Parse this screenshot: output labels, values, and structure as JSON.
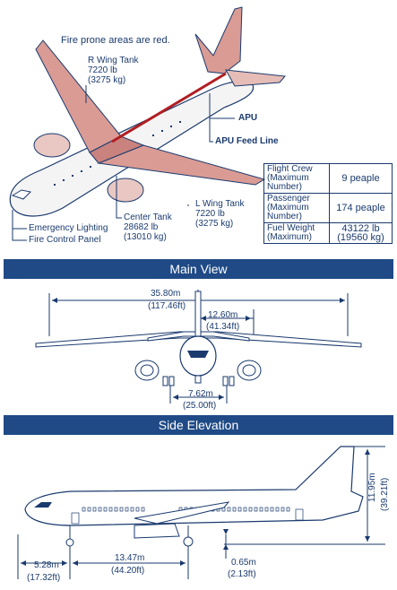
{
  "top": {
    "note": "Fire prone areas are red.",
    "r_wing_tank": "R Wing Tank\n7220 lb\n(3275 kg)",
    "apu": "APU",
    "apu_feed_line": "APU Feed Line",
    "l_wing_tank": "L Wing Tank\n7220 lb\n(3275 kg)",
    "center_tank": "Center Tank\n28682 lb\n(13010 kg)",
    "emergency_lighting": "Emergency Lighting",
    "fire_control_panel": "Fire Control Panel"
  },
  "specs": [
    {
      "label": "Flight Crew\n(Maximum\nNumber)",
      "value": "9 peaple"
    },
    {
      "label": "Passenger\n(Maximum\nNumber)",
      "value": "174 peaple"
    },
    {
      "label": "Fuel Weight\n(Maximum)",
      "value": "43122 lb\n(19560 kg)"
    }
  ],
  "main_view": {
    "title": "Main View",
    "span_m": "35.80m",
    "span_ft": "(117.46ft)",
    "half_m": "12.60m",
    "half_ft": "(41.34ft)",
    "gear_m": "7.62m",
    "gear_ft": "(25.00ft)"
  },
  "side": {
    "title": "Side Elevation",
    "height_m": "11.95m",
    "height_ft": "(39.21ft)",
    "nose_m": "5.28m",
    "nose_ft": "(17.32ft)",
    "wheelbase_m": "13.47m",
    "wheelbase_ft": "(44.20ft)",
    "clear_m": "0.65m",
    "clear_ft": "(2.13ft)"
  },
  "colors": {
    "accent": "#1f4a86",
    "fire": "#c9827d",
    "feed": "#b01e22"
  }
}
